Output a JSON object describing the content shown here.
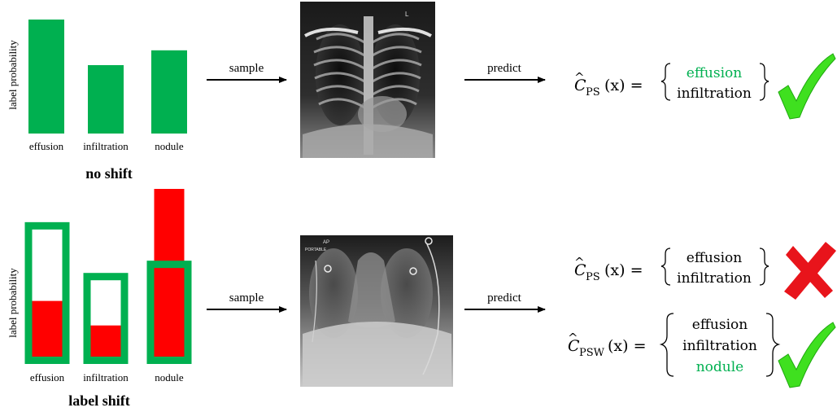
{
  "colors": {
    "green": "#00b050",
    "red": "#ff0000",
    "text": "#000000",
    "highlight": "#00b050",
    "check": "#3fe01f",
    "cross": "#e8141b"
  },
  "top_row": {
    "chart": {
      "ylabel": "label probability",
      "categories": [
        "effusion",
        "infiltration",
        "nodule"
      ],
      "values": [
        1.0,
        0.6,
        0.73
      ],
      "caption": "no shift"
    },
    "sample_label": "sample",
    "predict_label": "predict",
    "image_icon": "chest-xray-pa",
    "prediction": {
      "set_letter": "C",
      "subscript": "PS",
      "argument": "(x) =",
      "items": [
        {
          "text": "effusion",
          "highlight": true
        },
        {
          "text": "infiltration",
          "highlight": false
        }
      ],
      "result_icon": "check-mark-icon"
    }
  },
  "bottom_row": {
    "chart": {
      "ylabel": "label probability",
      "categories": [
        "effusion",
        "infiltration",
        "nodule"
      ],
      "original_values": [
        0.81,
        0.52,
        0.59
      ],
      "shifted_values": [
        0.36,
        0.22,
        1.0
      ],
      "caption": "label shift"
    },
    "sample_label": "sample",
    "predict_label": "predict",
    "image_icon": "chest-xray-portable",
    "image_text": [
      "AP",
      "PORTABLE"
    ],
    "predictions": [
      {
        "set_letter": "C",
        "subscript": "PS",
        "argument": "(x) =",
        "items": [
          {
            "text": "effusion",
            "highlight": false
          },
          {
            "text": "infiltration",
            "highlight": false
          }
        ],
        "result_icon": "cross-mark-icon"
      },
      {
        "set_letter": "C",
        "subscript": "PSW",
        "argument": "(x) =",
        "items": [
          {
            "text": "effusion",
            "highlight": false
          },
          {
            "text": "infiltration",
            "highlight": false
          },
          {
            "text": "nodule",
            "highlight": true
          }
        ],
        "result_icon": "check-mark-icon"
      }
    ]
  }
}
